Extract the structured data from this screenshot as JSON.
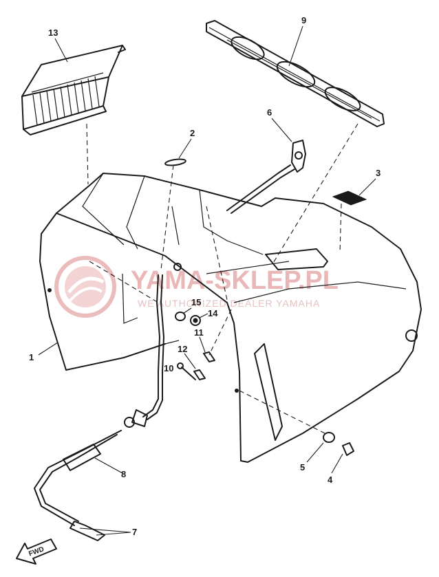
{
  "callouts": [
    {
      "id": "1",
      "label": "1"
    },
    {
      "id": "2",
      "label": "2"
    },
    {
      "id": "3",
      "label": "3"
    },
    {
      "id": "4",
      "label": "4"
    },
    {
      "id": "5",
      "label": "5"
    },
    {
      "id": "6",
      "label": "6"
    },
    {
      "id": "7",
      "label": "7"
    },
    {
      "id": "8",
      "label": "8"
    },
    {
      "id": "9",
      "label": "9"
    },
    {
      "id": "10",
      "label": "10"
    },
    {
      "id": "11",
      "label": "11"
    },
    {
      "id": "12",
      "label": "12"
    },
    {
      "id": "13",
      "label": "13"
    },
    {
      "id": "14",
      "label": "14"
    },
    {
      "id": "15",
      "label": "15"
    }
  ],
  "direction_arrow": {
    "label": "FWD"
  },
  "watermark": {
    "title": "YAMA-SKLEP.PL",
    "subtitle": "WE AUTHORIZED DEALER YAMAHA",
    "color": "#e9b7b7"
  }
}
